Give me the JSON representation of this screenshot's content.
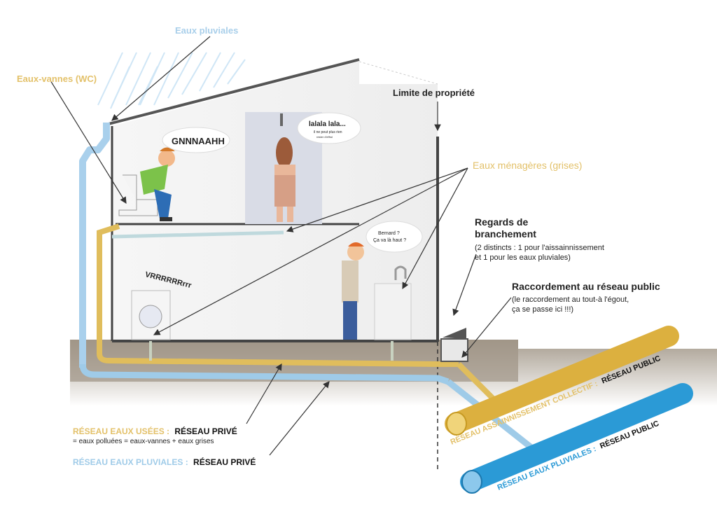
{
  "labels": {
    "eaux_pluviales": "Eaux pluviales",
    "eaux_vannes": "Eaux-vannes (WC)",
    "limite": "Limite de propriété",
    "eaux_menageres": "Eaux ménagères (grises)",
    "regards_title_1": "Regards de",
    "regards_title_2": "branchement",
    "regards_note_1": "(2 distincts : 1 pour l'aissainnissement",
    "regards_note_2": "et 1 pour les eaux pluviales)",
    "raccord_title": "Raccordement au réseau public",
    "raccord_note_1": "(le raccordement au tout-à l'égout,",
    "raccord_note_2": "ça se passe ici !!!)",
    "usees_colored": "RÉSEAU EAUX USÉES :",
    "usees_black": "RÉSEAU PRIVÉ",
    "usees_note": "= eaux polluées = eaux-vannes + eaux grises",
    "pluviales_colored": "RÉSEAU EAUX PLUVIALES :",
    "pluviales_black": "RÉSEAU PRIVÉ",
    "public_assain_colored": "RÉSEAU ASSAINNISSEMENT COLLECTIF :",
    "public_assain_black": "RÉSEAU PUBLIC",
    "public_pluv_colored": "RÉSEAU EAUX PLUVIALES :",
    "public_pluv_black": "RÉSEAU PUBLIC"
  },
  "bubbles": {
    "toilet": "GNNNAAHH",
    "shower_1": "lalala lala...",
    "shower_2": "il ne peut plus rien",
    "shower_3": "rester d'effroi",
    "sink_1": "Bernard ?",
    "sink_2": "Ça va là haut ?",
    "washer": "VRRRRRRrrr"
  },
  "colors": {
    "wastewater": "#e0bd5c",
    "rainwater": "#9fcbe8",
    "public_wastewater": "#dcb03f",
    "public_rainwater": "#2b9ad6",
    "wall": "#444444"
  }
}
